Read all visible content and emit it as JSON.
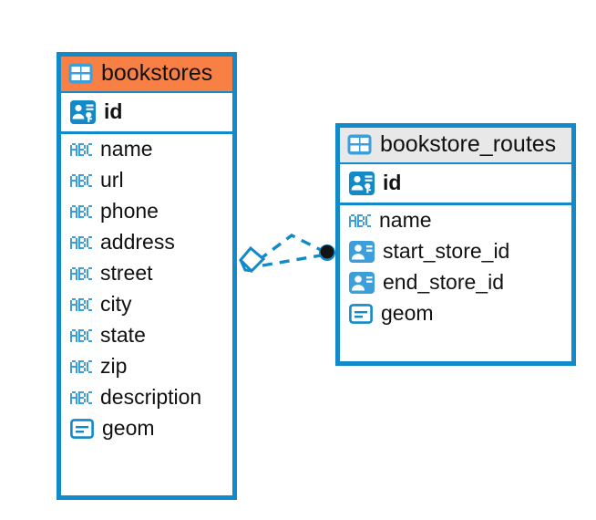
{
  "diagram": {
    "type": "entity-relationship-diagram",
    "background": "#ffffff",
    "accent_color": "#1289c8",
    "highlight_color": "#f98044",
    "neutral_header_color": "#e8e8e8"
  },
  "tables": [
    {
      "name": "bookstores",
      "header_style": "accent",
      "table_icon": "table-icon",
      "primary_key": {
        "label": "id",
        "icon": "primary-key-icon"
      },
      "columns": [
        {
          "label": "name",
          "icon": "text-field-icon"
        },
        {
          "label": "url",
          "icon": "text-field-icon"
        },
        {
          "label": "phone",
          "icon": "text-field-icon"
        },
        {
          "label": "address",
          "icon": "text-field-icon"
        },
        {
          "label": "street",
          "icon": "text-field-icon"
        },
        {
          "label": "city",
          "icon": "text-field-icon"
        },
        {
          "label": "state",
          "icon": "text-field-icon"
        },
        {
          "label": "zip",
          "icon": "text-field-icon"
        },
        {
          "label": "description",
          "icon": "text-field-icon"
        },
        {
          "label": "geom",
          "icon": "geometry-field-icon"
        }
      ]
    },
    {
      "name": "bookstore_routes",
      "header_style": "neutral",
      "table_icon": "table-icon",
      "primary_key": {
        "label": "id",
        "icon": "primary-key-icon"
      },
      "columns": [
        {
          "label": "name",
          "icon": "text-field-icon"
        },
        {
          "label": "start_store_id",
          "icon": "foreign-key-icon"
        },
        {
          "label": "end_store_id",
          "icon": "foreign-key-icon"
        },
        {
          "label": "geom",
          "icon": "geometry-field-icon"
        }
      ]
    }
  ],
  "relationship": {
    "source_endpoint": "diamond-endpoint",
    "target_endpoint": "filled-circle-endpoint",
    "line_style": "dashed",
    "line_color": "#1289c8"
  }
}
